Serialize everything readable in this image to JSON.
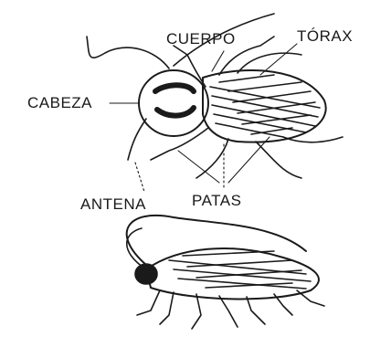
{
  "labels": {
    "cuerpo": "CUERPO",
    "torax": "TÓRAX",
    "cabeza": "CABEZA",
    "antena": "ANTENA",
    "patas": "PATAS"
  },
  "colors": {
    "ink": "#1a1a1a",
    "background": "#ffffff"
  }
}
